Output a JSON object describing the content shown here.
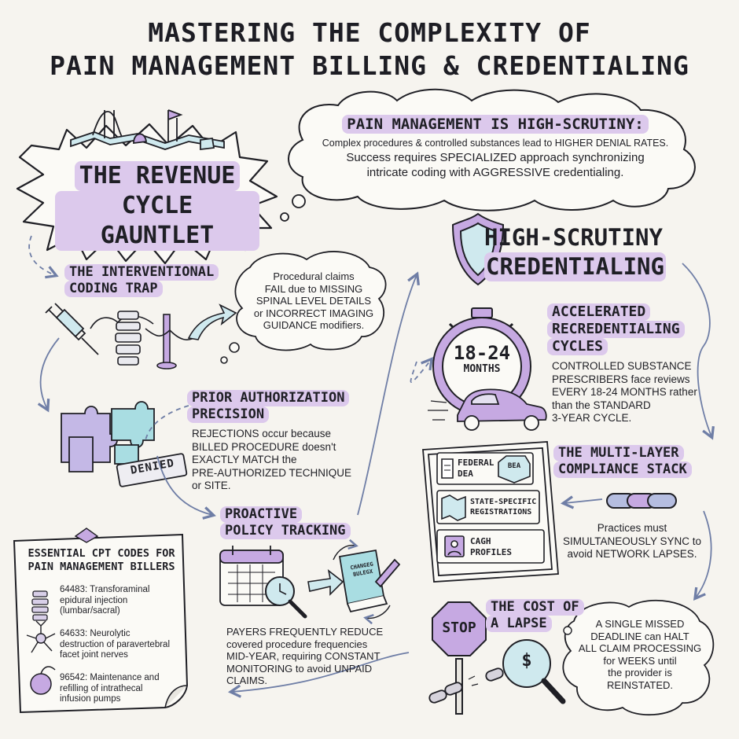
{
  "title": {
    "line1": "MASTERING THE COMPLEXITY OF",
    "line2": "PAIN MANAGEMENT BILLING & CREDENTIALING"
  },
  "gauntlet": {
    "line1": "THE REVENUE",
    "line2": "CYCLE GAUNTLET"
  },
  "scrutiny": {
    "heading": "PAIN MANAGEMENT IS HIGH-SCRUTINY:",
    "line1": "Complex procedures & controlled substances lead to HIGHER DENIAL RATES.",
    "line2": "Success requires SPECIALIZED approach synchronizing",
    "line3": "intricate coding with AGGRESSIVE credentialing."
  },
  "coding_trap": {
    "title_l1": "THE INTERVENTIONAL",
    "title_l2": "CODING TRAP",
    "bubble_l1": "Procedural claims",
    "bubble_l2": "FAIL due to MISSING",
    "bubble_l3": "SPINAL LEVEL DETAILS",
    "bubble_l4": "or INCORRECT IMAGING",
    "bubble_l5": "GUIDANCE modifiers."
  },
  "prior_auth": {
    "title_l1": "PRIOR AUTHORIZATION",
    "title_l2": "PRECISION",
    "body_l1": "REJECTIONS occur because",
    "body_l2": "BILLED PROCEDURE doesn't",
    "body_l3": "EXACTLY MATCH the",
    "body_l4": "PRE-AUTHORIZED TECHNIQUE",
    "body_l5": "or SITE.",
    "stamp": "DENIED"
  },
  "policy_tracking": {
    "title_l1": "PROACTIVE",
    "title_l2": "POLICY TRACKING",
    "book_label_l1": "CHANGEG",
    "book_label_l2": "BULEGX",
    "body_l1": "PAYERS FREQUENTLY REDUCE",
    "body_l2": "covered procedure frequencies",
    "body_l3": "MID-YEAR, requiring CONSTANT",
    "body_l4": "MONITORING to avoid UNPAID",
    "body_l5": "CLAIMS."
  },
  "cpt_codes": {
    "heading_l1": "ESSENTIAL CPT CODES FOR",
    "heading_l2": "PAIN MANAGEMENT BILLERS",
    "codes": [
      {
        "l1": "64483: Transforaminal",
        "l2": "epidural injection",
        "l3": "(lumbar/sacral)"
      },
      {
        "l1": "64633: Neurolytic",
        "l2": "destruction of paravertebral",
        "l3": "facet joint nerves"
      },
      {
        "l1": "96542: Maintenance and",
        "l2": "refilling of intrathecal",
        "l3": "infusion pumps"
      }
    ]
  },
  "credentialing": {
    "title_l1": "HIGH-SCRUTINY",
    "title_l2": "CREDENTIALING",
    "timer_l1": "18-24",
    "timer_l2": "MONTHS",
    "sub_l1": "ACCELERATED",
    "sub_l2": "RECREDENTIALING",
    "sub_l3": "CYCLES",
    "body_l1": "CONTROLLED SUBSTANCE",
    "body_l2": "PRESCRIBERS face reviews",
    "body_l3": "EVERY 18-24 MONTHS rather",
    "body_l4": "than the STANDARD",
    "body_l5": "3-YEAR CYCLE."
  },
  "compliance": {
    "title_l1": "THE MULTI-LAYER",
    "title_l2": "COMPLIANCE STACK",
    "doc1_l1": "FEDERAL",
    "doc1_l2": "DEA",
    "badge": "BEA",
    "doc2_l1": "STATE-SPECIFIC",
    "doc2_l2": "REGISTRATIONS",
    "doc3_l1": "CAGH",
    "doc3_l2": "PROFILES",
    "body_l1": "Practices must",
    "body_l2": "SIMULTANEOUSLY SYNC to",
    "body_l3": "avoid NETWORK LAPSES."
  },
  "lapse": {
    "title_l1": "THE COST OF",
    "title_l2": "A LAPSE",
    "stop": "STOP",
    "dollar": "$",
    "body_l1": "A SINGLE MISSED",
    "body_l2": "DEADLINE can HALT",
    "body_l3": "ALL CLAIM PROCESSING",
    "body_l4": "for WEEKS until",
    "body_l5": "the provider is",
    "body_l6": "REINSTATED."
  },
  "colors": {
    "accent_purple": "#dcc9ec",
    "icon_purple": "#b79bd6",
    "icon_teal": "#a9dde2",
    "ink": "#1f1f25",
    "arrow_blue": "#6f7ea6"
  }
}
